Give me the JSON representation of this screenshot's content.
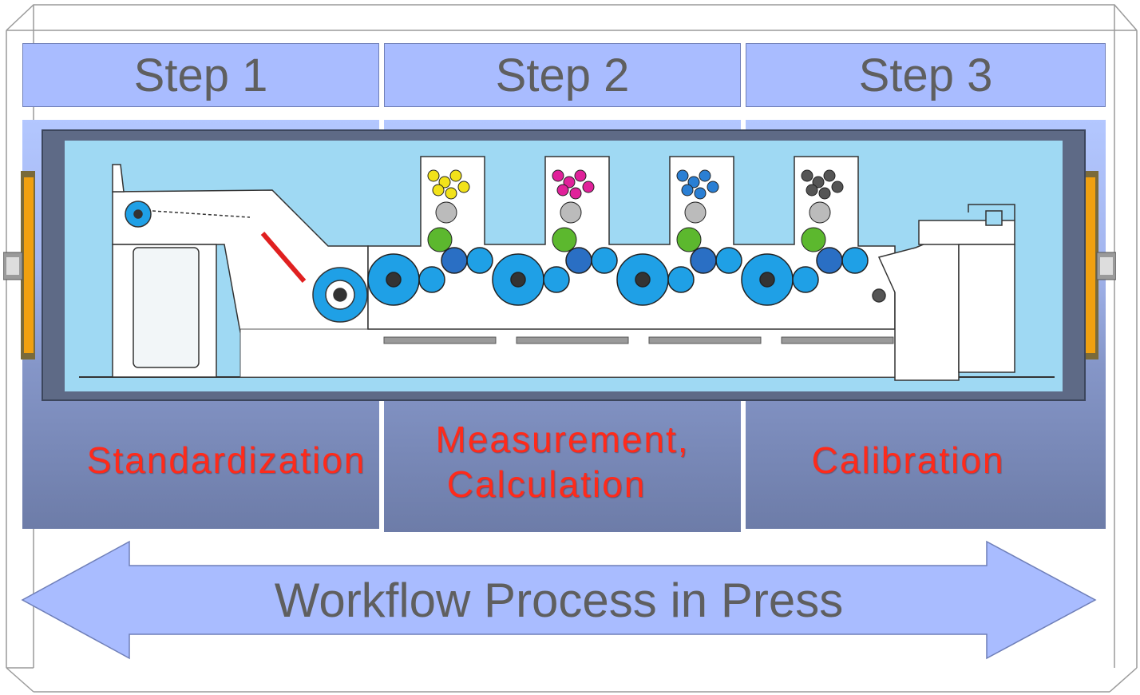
{
  "steps": [
    {
      "title": "Step 1",
      "label_lines": [
        "Standardization"
      ]
    },
    {
      "title": "Step 2",
      "label_lines": [
        "Measurement,",
        "Calculation"
      ]
    },
    {
      "title": "Step 3",
      "label_lines": [
        "Calibration"
      ]
    }
  ],
  "arrow": {
    "label": "Workflow Process in Press"
  },
  "press": {
    "ink_units": [
      {
        "color": "#f2e21a",
        "icon": "yellow-ink-unit"
      },
      {
        "color": "#e0219a",
        "icon": "magenta-ink-unit"
      },
      {
        "color": "#2a7fd4",
        "icon": "cyan-ink-unit"
      },
      {
        "color": "#555555",
        "icon": "black-ink-unit"
      }
    ]
  },
  "colors": {
    "header": "#a9bcff",
    "label": "#ff2a1a",
    "arrow": "#a9bcff",
    "roller": "#1fa0e6",
    "blanket": "#5cb82e"
  }
}
